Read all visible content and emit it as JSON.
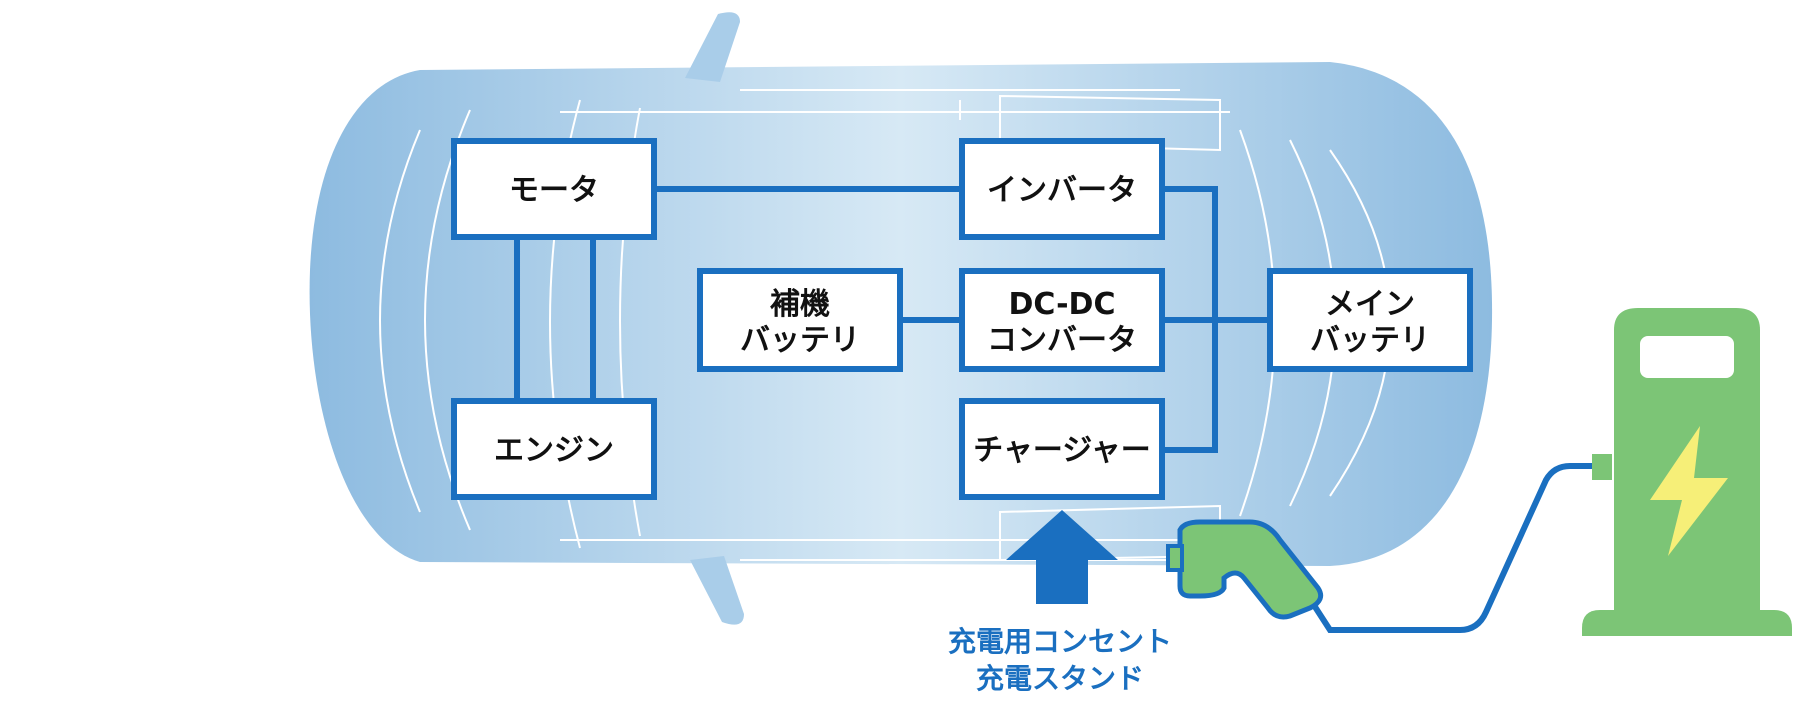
{
  "colors": {
    "car_body": "#a9cde9",
    "car_body_dark": "#8dbbe0",
    "car_highlight": "#d7e9f5",
    "car_lines": "#ffffff",
    "box_border": "#1a6fc0",
    "box_fill": "#ffffff",
    "connector": "#1a6fc0",
    "arrow": "#1a6fc0",
    "caption": "#1a6fc0",
    "charger_green": "#7cc576",
    "charger_green_dark": "#5aa655",
    "bolt": "#f6ef78",
    "plug_green": "#7cc576",
    "cable": "#1a6fc0"
  },
  "boxes": {
    "motor": {
      "lines": [
        "モータ"
      ]
    },
    "engine": {
      "lines": [
        "エンジン"
      ]
    },
    "inverter": {
      "lines": [
        "インバータ"
      ]
    },
    "aux_battery": {
      "lines": [
        "補機",
        "バッテリ"
      ]
    },
    "dcdc": {
      "lines": [
        "DC-DC",
        "コンバータ"
      ]
    },
    "charger": {
      "lines": [
        "チャージャー"
      ]
    },
    "main_battery": {
      "lines": [
        "メイン",
        "バッテリ"
      ]
    }
  },
  "caption": {
    "line1": "充電用コンセント",
    "line2": "充電スタンド"
  },
  "icons": {
    "arrow": "up-arrow-icon",
    "plug": "charging-plug-icon",
    "station": "charging-station-icon",
    "bolt": "lightning-bolt-icon"
  }
}
